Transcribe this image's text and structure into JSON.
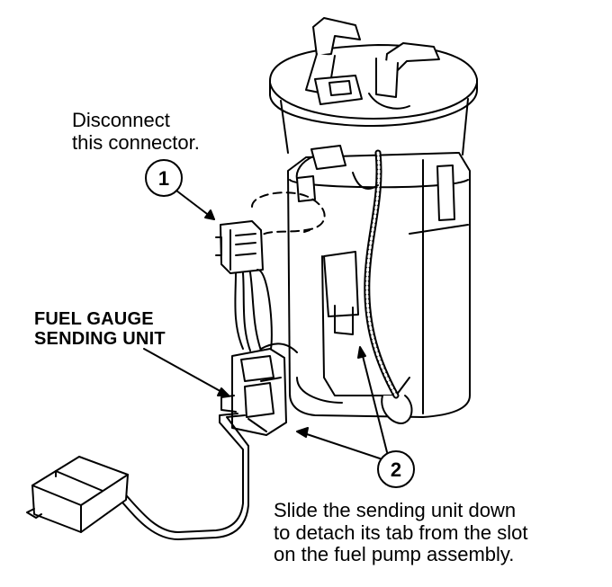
{
  "figure": {
    "instruction_1": {
      "line1": "Disconnect",
      "line2": "this connector."
    },
    "component_label": {
      "line1": "FUEL GAUGE",
      "line2": "SENDING UNIT"
    },
    "instruction_2": {
      "line1": "Slide the sending unit down",
      "line2": "to detach its tab from the slot",
      "line3": "on the fuel pump assembly."
    },
    "callouts": [
      {
        "number": "1"
      },
      {
        "number": "2"
      }
    ]
  }
}
